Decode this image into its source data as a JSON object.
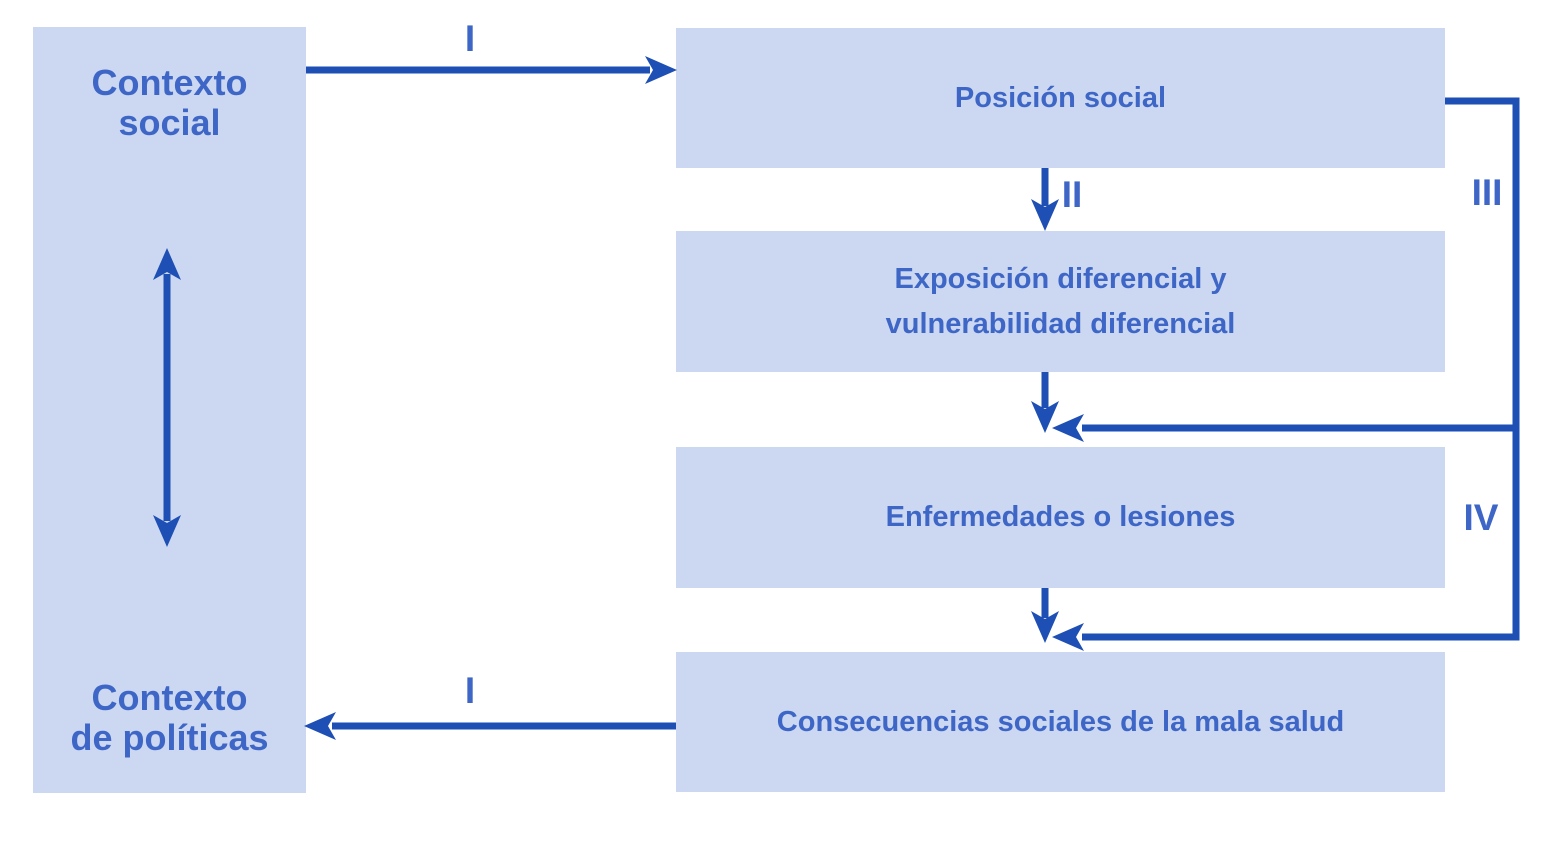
{
  "colors": {
    "background": "#ffffff",
    "box_fill": "#ccd8f1",
    "line": "#1e4fb4",
    "text": "#3d66c6"
  },
  "context_column": {
    "social": {
      "lines": [
        "Contexto",
        "social"
      ]
    },
    "policies": {
      "lines": [
        "Contexto",
        "de políticas"
      ]
    }
  },
  "flow_boxes": [
    {
      "lines": [
        "Posición social"
      ]
    },
    {
      "lines": [
        "Exposición diferencial y",
        "vulnerabilidad diferencial"
      ]
    },
    {
      "lines": [
        "Enfermedades o lesiones"
      ]
    },
    {
      "lines": [
        "Consecuencias sociales de la mala salud"
      ]
    }
  ],
  "path_labels": {
    "i_top": "I",
    "ii": "II",
    "iii": "III",
    "iv": "IV",
    "i_bottom": "I"
  }
}
